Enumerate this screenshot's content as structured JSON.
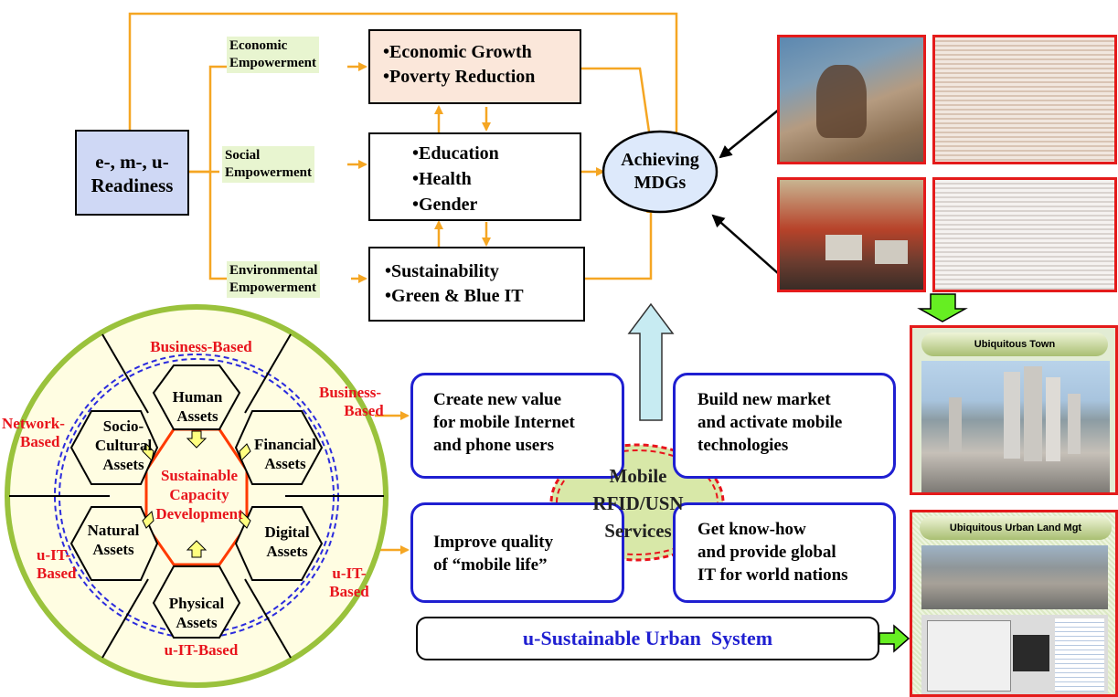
{
  "readiness": {
    "line1": "e-, m-, u-",
    "line2": "Readiness"
  },
  "empowerments": {
    "economic": [
      "Economic",
      "Empowerment"
    ],
    "social": [
      "Social",
      "Empowerment"
    ],
    "environmental": [
      "Environmental",
      "Empowerment"
    ]
  },
  "outcomes": {
    "economic": [
      "•Economic Growth",
      "•Poverty Reduction"
    ],
    "social": [
      "•Education",
      "•Health",
      "•Gender"
    ],
    "environmental": [
      "•Sustainability",
      "•Green & Blue IT"
    ]
  },
  "goal": {
    "line1": "Achieving",
    "line2": "MDGs"
  },
  "wheel": {
    "center": [
      "Sustainable",
      "Capacity",
      "Development"
    ],
    "hexes": {
      "human": [
        "Human",
        "Assets"
      ],
      "financial": [
        "Financial",
        "Assets"
      ],
      "digital": [
        "Digital",
        "Assets"
      ],
      "physical": [
        "Physical",
        "Assets"
      ],
      "natural": [
        "Natural",
        "Assets"
      ],
      "socio": [
        "Socio-",
        "Cultural",
        "Assets"
      ]
    },
    "outer_labels": {
      "top": "Business-Based",
      "bottom": "u-IT-Based",
      "left_top": [
        "Network-",
        "Based"
      ],
      "left_bottom": [
        "u-IT-",
        "Based"
      ],
      "right_top": [
        "Business-",
        "Based"
      ],
      "right_bottom": [
        "u-IT-",
        "Based"
      ]
    }
  },
  "services": {
    "center": [
      "Mobile",
      "RFID/USN",
      "Services"
    ],
    "top_left": [
      "Create new value",
      "for mobile Internet",
      "and  phone users"
    ],
    "top_right": [
      "Build new market",
      "and activate mobile",
      "technologies"
    ],
    "bottom_left": [
      "Improve quality",
      "of  “mobile life”"
    ],
    "bottom_right": [
      "Get know-how",
      "and provide global",
      "IT for world nations"
    ]
  },
  "system": {
    "label": "u-Sustainable Urban  System"
  },
  "panels": {
    "town": "Ubiquitous Town",
    "land": "Ubiquitous Urban Land Mgt"
  },
  "colors": {
    "orange_arrow": "#f5a623",
    "red_label": "#e8141c",
    "blue_border": "#1f1fd1",
    "wheel_ring": "#9ac23c",
    "wheel_fill": "#fffde2",
    "readiness_fill": "#cfd8f5",
    "economic_fill": "#fbe7da",
    "goal_fill": "#dde9fb",
    "system_text": "#1f1fd1",
    "photo_border": "#e41b1b"
  }
}
